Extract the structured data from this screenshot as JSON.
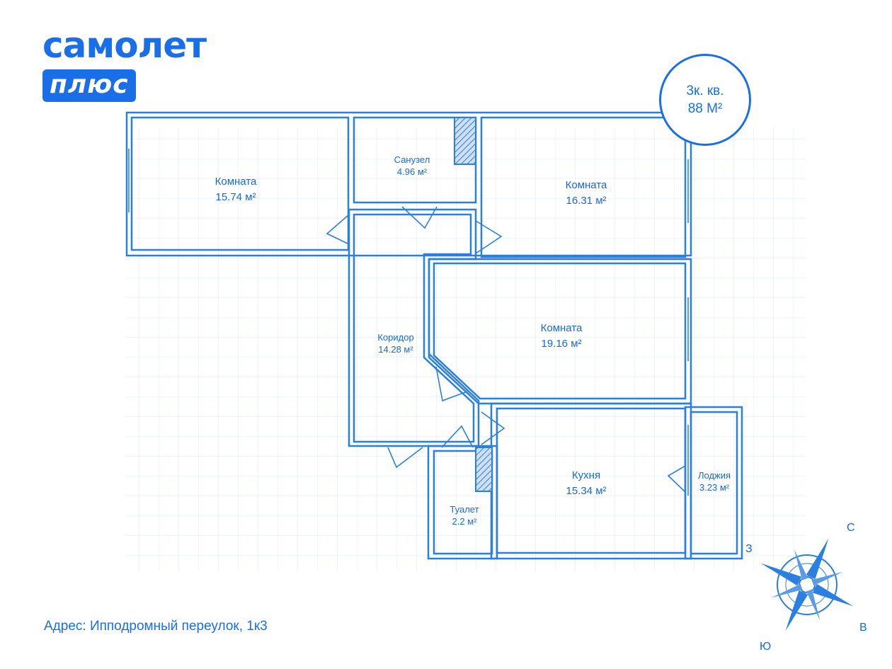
{
  "brand": {
    "name": "самолет",
    "badge": "плюс"
  },
  "apartment": {
    "type": "3к. кв.",
    "area": "88 М²"
  },
  "address": "Адрес: Ипподромный переулок, 1к3",
  "rooms": [
    {
      "name": "Комната",
      "area": "15.74 м²"
    },
    {
      "name": "Санузел",
      "area": "4.96 м²"
    },
    {
      "name": "Комната",
      "area": "16.31 м²"
    },
    {
      "name": "Коридор",
      "area": "14.28 м²"
    },
    {
      "name": "Комната",
      "area": "19.16 м²"
    },
    {
      "name": "Кухня",
      "area": "15.34 м²"
    },
    {
      "name": "Лоджия",
      "area": "3.23 м²"
    },
    {
      "name": "Туалет",
      "area": "2.2 м²"
    }
  ],
  "compass": {
    "north": "С",
    "south": "Ю",
    "east": "В",
    "west": "З"
  },
  "colors": {
    "accent": "#1a6fe8",
    "wall": "#2a7fe0",
    "grid": "#d7e5f7"
  }
}
